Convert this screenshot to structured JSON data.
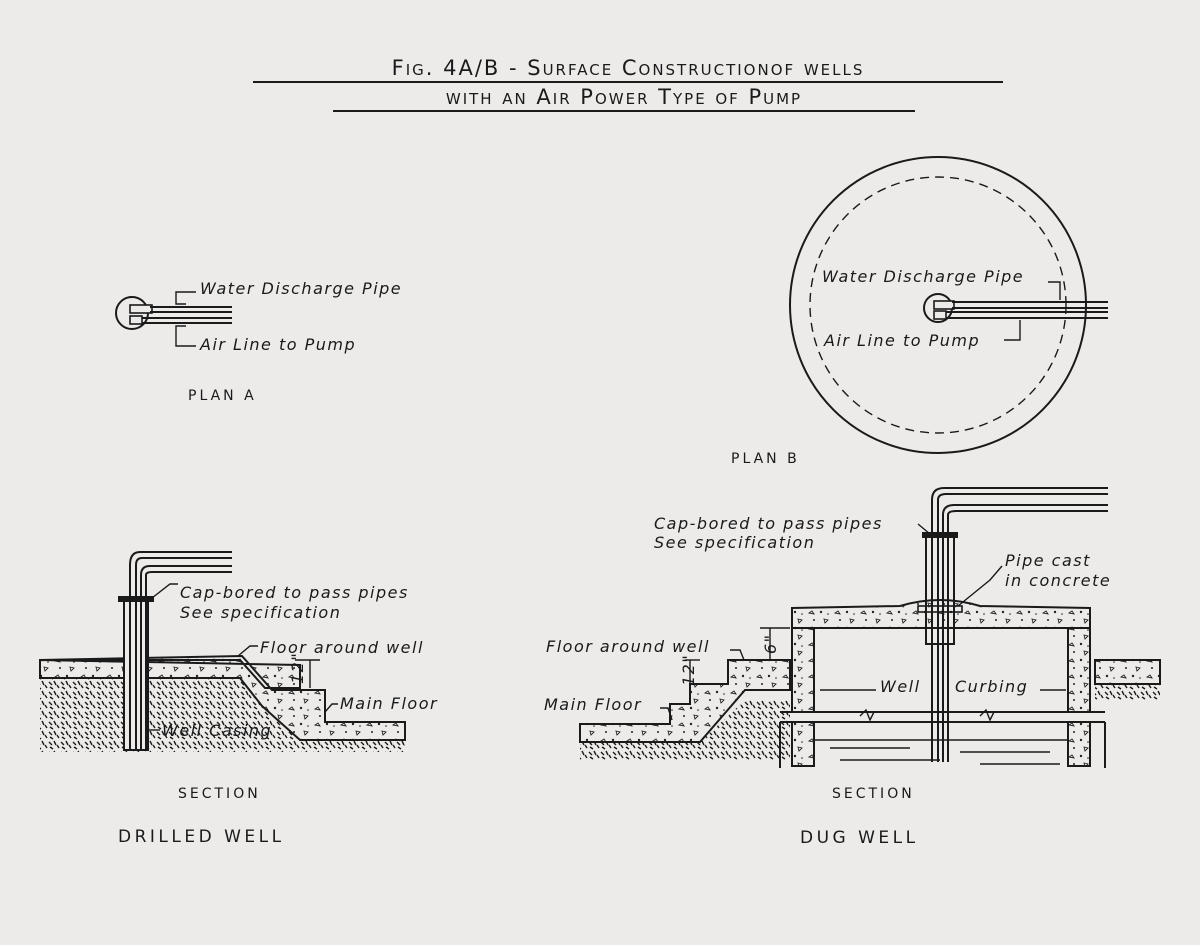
{
  "title": {
    "line1": "Fig. 4A/B - Surface Constructionof wells",
    "line2": "with an Air Power Type of Pump"
  },
  "plan_a": {
    "water_pipe_label": "Water Discharge Pipe",
    "air_line_label": "Air Line to Pump",
    "caption": "PLAN A"
  },
  "plan_b": {
    "water_pipe_label": "Water Discharge Pipe",
    "air_line_label": "Air Line to Pump",
    "caption": "PLAN B"
  },
  "section_drilled": {
    "cap_line1": "Cap-bored to pass pipes",
    "cap_line2": "See specification",
    "floor_label": "Floor around well",
    "dim_label": "12\"",
    "main_floor_label": "Main Floor",
    "casing_label": "Well Casing",
    "caption": "SECTION",
    "well_type": "DRILLED WELL"
  },
  "section_dug": {
    "cap_line1": "Cap-bored to pass pipes",
    "cap_line2": "See specification",
    "pipe_cast_line1": "Pipe cast",
    "pipe_cast_line2": "in concrete",
    "floor_label": "Floor around well",
    "dim_12_label": "12\"",
    "dim_6_label": "6\"",
    "main_floor_label": "Main Floor",
    "well_label": "Well",
    "curbing_label": "Curbing",
    "caption": "SECTION",
    "well_type": "DUG WELL"
  }
}
